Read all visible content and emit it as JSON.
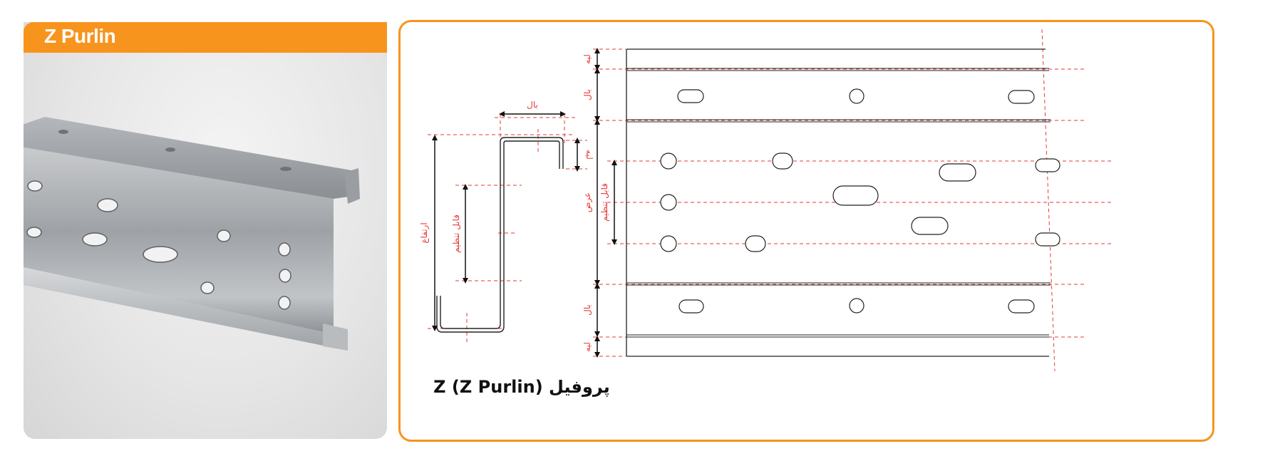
{
  "photo_card": {
    "title": "Z Purlin"
  },
  "diagram": {
    "caption": "پروفیل Z (Z Purlin)",
    "section_labels": {
      "flange": "بال",
      "lip": "لبه",
      "height": "ارتفاع",
      "adjustable": "قابل تنظیم"
    },
    "strip_labels": {
      "lip_top": "لبه",
      "flange_top": "بال",
      "width": "عرض",
      "adjustable": "قابل تنظیم",
      "flange_bottom": "بال",
      "lip_bottom": "لبه"
    }
  },
  "colors": {
    "accent": "#F7941D",
    "dimension_red": "#E53935",
    "line": "#222222"
  }
}
